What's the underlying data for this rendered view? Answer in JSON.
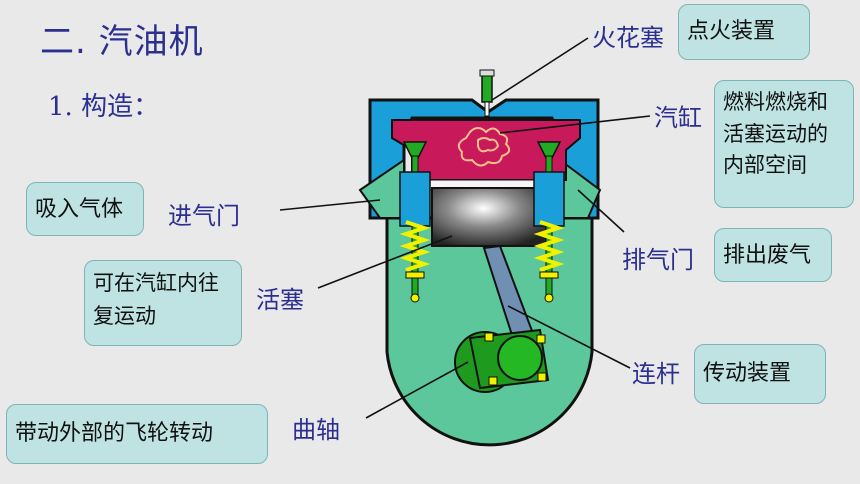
{
  "title": "二. 汽油机",
  "subtitle": "1. 构造：",
  "parts": {
    "spark_plug": "火花塞",
    "cylinder": "汽缸",
    "intake_valve": "进气门",
    "exhaust_valve": "排气门",
    "piston": "活塞",
    "connecting_rod": "连杆",
    "crankshaft": "曲轴"
  },
  "notes": {
    "spark_plug": "点火装置",
    "cylinder": "燃料燃烧和活塞运动的内部空间",
    "intake_valve": "吸入气体",
    "exhaust_valve": "排出废气",
    "piston": "可在汽缸内往复运动",
    "connecting_rod": "传动装置",
    "crankshaft": "带动外部的飞轮转动"
  },
  "colors": {
    "title": "#2b2f8f",
    "note_box": "#bfe3e3",
    "cylinder_wall": "#1a9fd8",
    "chamber": "#c8195a",
    "crankcase": "#5cc79a",
    "valve": "#22aa22",
    "spring": "#f2f200"
  }
}
